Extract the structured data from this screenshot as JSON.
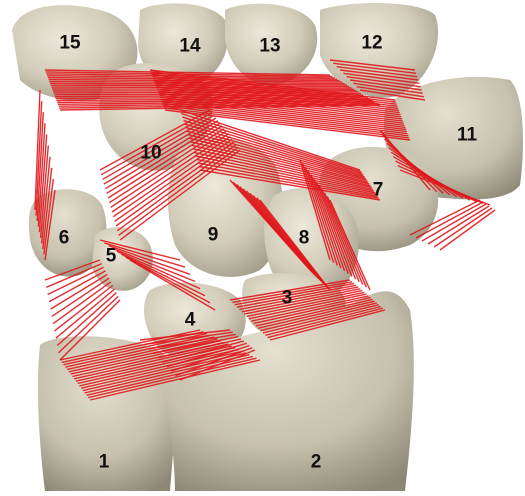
{
  "figure": {
    "labels": [
      "1",
      "2",
      "3",
      "4",
      "5",
      "6",
      "7",
      "8",
      "9",
      "10",
      "11",
      "12",
      "13",
      "14",
      "15"
    ],
    "colors": {
      "bone_light": "#d9d4c3",
      "bone_mid": "#c2bca8",
      "bone_shadow": "#8f8a7a",
      "ligament": "#e0161b",
      "label": "#111111",
      "background": "#ffffff"
    }
  }
}
